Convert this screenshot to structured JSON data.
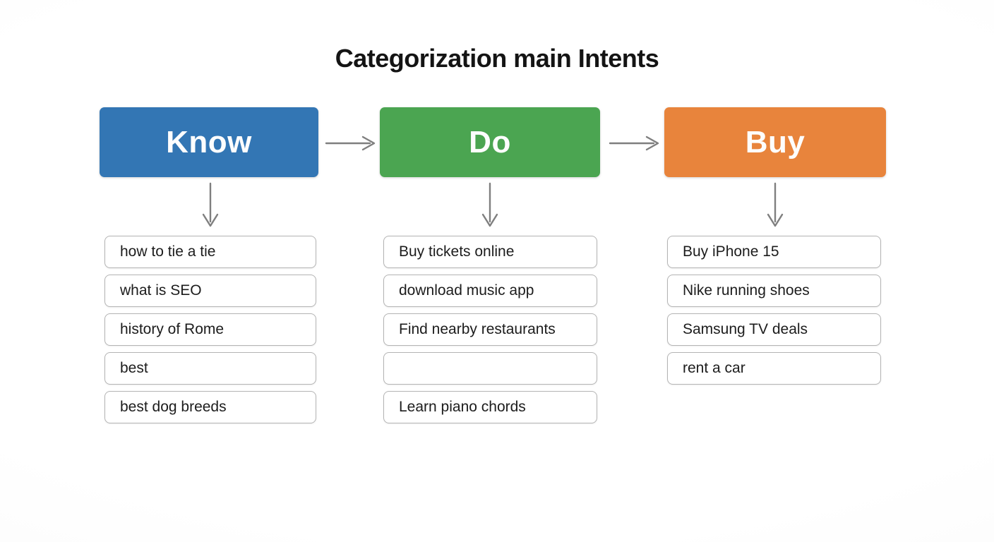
{
  "title": "Categorization main Intents",
  "colors": {
    "know_box": "#3376b4",
    "do_box": "#4ba551",
    "buy_box": "#e8843c",
    "arrow": "#7f7f7f",
    "item_border": "#b4b4b4",
    "background": "#fcfcfc"
  },
  "columns": [
    {
      "label": "Know",
      "items": [
        "how to tie a tie",
        "what is SEO",
        "history of Rome",
        "best",
        "best dog breeds"
      ]
    },
    {
      "label": "Do",
      "items": [
        "Buy tickets online",
        "download music app",
        "Find nearby restaurants",
        "",
        "Learn piano chords"
      ]
    },
    {
      "label": "Buy",
      "items": [
        "Buy iPhone 15",
        "Nike running shoes",
        "Samsung TV deals",
        "rent a car"
      ]
    }
  ]
}
